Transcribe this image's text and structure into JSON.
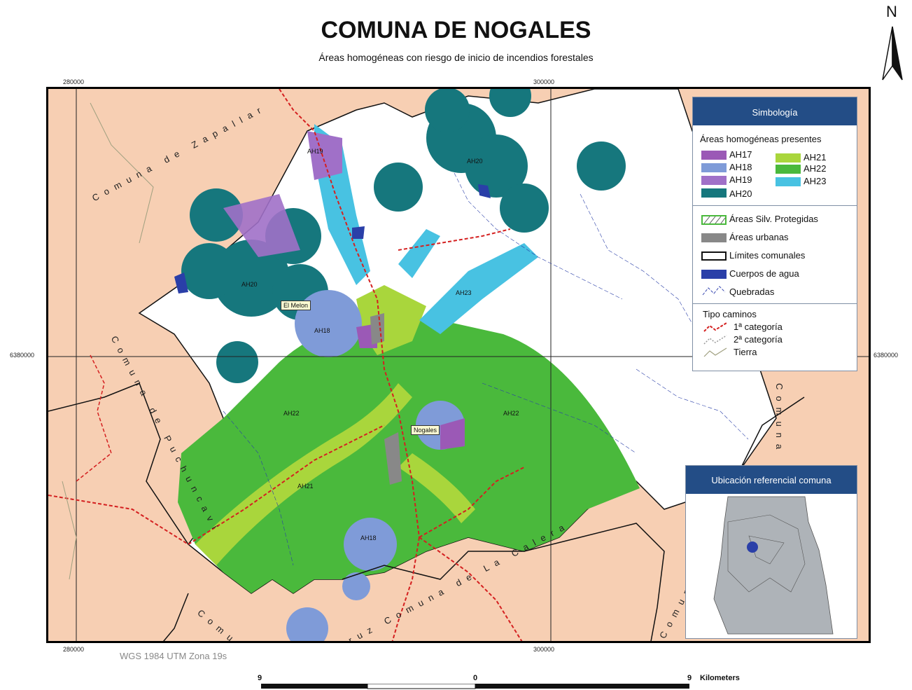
{
  "title": "COMUNA DE NOGALES",
  "subtitle": "Áreas homogéneas con riesgo de inicio de incendios forestales",
  "north_label": "N",
  "grid": {
    "x_ticks": [
      "280000",
      "300000"
    ],
    "y_ticks": [
      "6380000"
    ]
  },
  "projection": "WGS 1984 UTM Zona 19s",
  "scale": {
    "left": "9",
    "mid": "0",
    "right": "9",
    "unit": "Kilometers"
  },
  "places": [
    "El Melon",
    "Nogales"
  ],
  "area_labels": [
    "AH19",
    "AH20",
    "AH20",
    "AH18",
    "AH18",
    "AH22",
    "AH22",
    "AH21",
    "AH23"
  ],
  "neighbors": [
    "Comuna de Zapallar",
    "Comuna de Puchuncaví",
    "Cruz Comuna de La Calera",
    "Comuna",
    "Comuna de Hijuelas",
    "Comuna"
  ],
  "legend": {
    "header": "Simbología",
    "areas_title": "Áreas homogéneas presentes",
    "areas": [
      {
        "label": "AH17",
        "color": "#9b59b6"
      },
      {
        "label": "AH18",
        "color": "#7f9bd8"
      },
      {
        "label": "AH19",
        "color": "#a070c8"
      },
      {
        "label": "AH20",
        "color": "#16777d"
      },
      {
        "label": "AH21",
        "color": "#a9d63c"
      },
      {
        "label": "AH22",
        "color": "#4ab93c"
      },
      {
        "label": "AH23",
        "color": "#48c2e2"
      }
    ],
    "items": [
      {
        "label": "Áreas Silv. Protegidas",
        "icon": "hatched-box"
      },
      {
        "label": "Áreas urbanas",
        "color": "#888888"
      },
      {
        "label": "Límites comunales",
        "icon": "outline-box"
      },
      {
        "label": "Cuerpos de agua",
        "color": "#2a3fa8"
      },
      {
        "label": "Quebradas",
        "icon": "stream-line"
      }
    ],
    "roads_title": "Tipo caminos",
    "roads": [
      {
        "label": "1ª categoría",
        "color": "#d42020"
      },
      {
        "label": "2ª categoría",
        "color": "#999999"
      },
      {
        "label": "Tierra",
        "color": "#a0a080"
      }
    ]
  },
  "inset": {
    "header": "Ubicación referencial comuna"
  }
}
